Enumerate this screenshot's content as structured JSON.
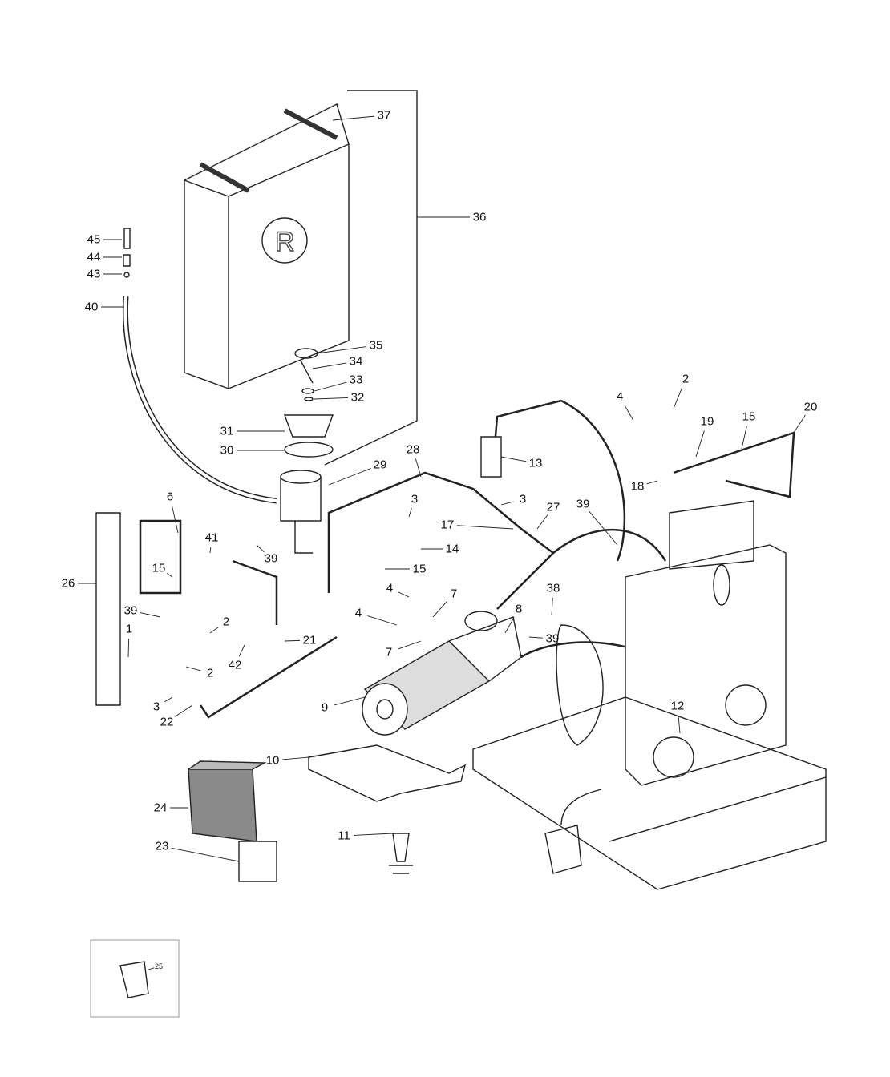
{
  "labels": [
    "37",
    "36",
    "45",
    "44",
    "43",
    "40",
    "35",
    "34",
    "33",
    "32",
    "31",
    "30",
    "29",
    "28",
    "13",
    "3",
    "3",
    "17",
    "27",
    "14",
    "15",
    "39",
    "2",
    "4",
    "19",
    "15",
    "20",
    "18",
    "6",
    "41",
    "15",
    "39",
    "26",
    "4",
    "7",
    "38",
    "8",
    "39",
    "39",
    "2",
    "4",
    "1",
    "21",
    "42",
    "2",
    "7",
    "3",
    "22",
    "9",
    "12",
    "10",
    "24",
    "11",
    "23",
    "25"
  ],
  "colors": {
    "line": "#222222",
    "fill": "#ffffff",
    "box_fill": "#8a8a8a"
  },
  "logo_letter": "R"
}
